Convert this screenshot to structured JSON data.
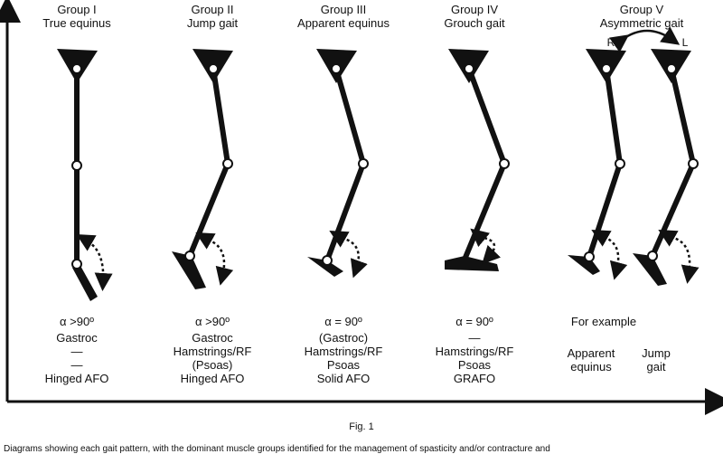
{
  "groups": [
    {
      "name": "Group I",
      "pattern": "True equinus",
      "alpha": "α >90º",
      "muscles": [
        "Gastroc",
        "—",
        "—"
      ],
      "orthosis": "Hinged AFO"
    },
    {
      "name": "Group II",
      "pattern": "Jump gait",
      "alpha": "α >90º",
      "muscles": [
        "Gastroc",
        "Hamstrings/RF",
        "(Psoas)"
      ],
      "orthosis": "Hinged AFO"
    },
    {
      "name": "Group III",
      "pattern": "Apparent equinus",
      "alpha": "α = 90º",
      "muscles": [
        "(Gastroc)",
        "Hamstrings/RF",
        "Psoas"
      ],
      "orthosis": "Solid AFO"
    },
    {
      "name": "Group IV",
      "pattern": "Grouch gait",
      "alpha": "α = 90º",
      "muscles": [
        "—",
        "Hamstrings/RF",
        "Psoas"
      ],
      "orthosis": "GRAFO"
    },
    {
      "name": "Group V",
      "pattern": "Asymmetric gait",
      "example_label": "For example",
      "side_right": "R",
      "side_left": "L",
      "right_pattern": [
        "Apparent",
        "equinus"
      ],
      "left_pattern": [
        "Jump",
        "gait"
      ]
    }
  ],
  "figure_label": "Fig. 1",
  "caption_text": "Diagrams showing each gait pattern, with the dominant muscle groups identified for the management of spasticity and/or contracture and"
}
